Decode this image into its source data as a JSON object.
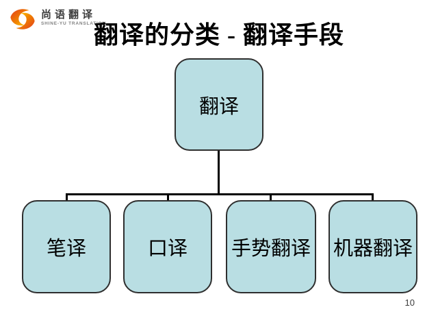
{
  "slide": {
    "header": {
      "logo": {
        "icon": "shine-yu-swirl-logo",
        "brand_cn": "尚语翻译",
        "brand_en": "SHINE-YU TRANSLATION"
      },
      "title": "翻译的分类 - 翻译手段"
    },
    "page_number": "10"
  },
  "chart_data": {
    "type": "org-chart",
    "title": "翻译的分类 - 翻译手段",
    "root": "翻译",
    "children": [
      "笔译",
      "口译",
      "手势翻译",
      "机器翻译"
    ],
    "layout": "root node top-center; four children in a bottom row; right-angle elbow connectors from root bottom to a horizontal rail with stubs down to each child"
  },
  "colors": {
    "background": "#ffffff",
    "node_fill": "#b9dee3",
    "node_border": "#2e2e2e",
    "connector": "#000000",
    "title_text": "#000000",
    "logo_orange": "#f08300",
    "logo_yellow": "#ffd400",
    "logo_red": "#e23c1e",
    "logo_text_gray": "#3d3d3d",
    "logo_subtext_gray": "#7f7f7f"
  }
}
